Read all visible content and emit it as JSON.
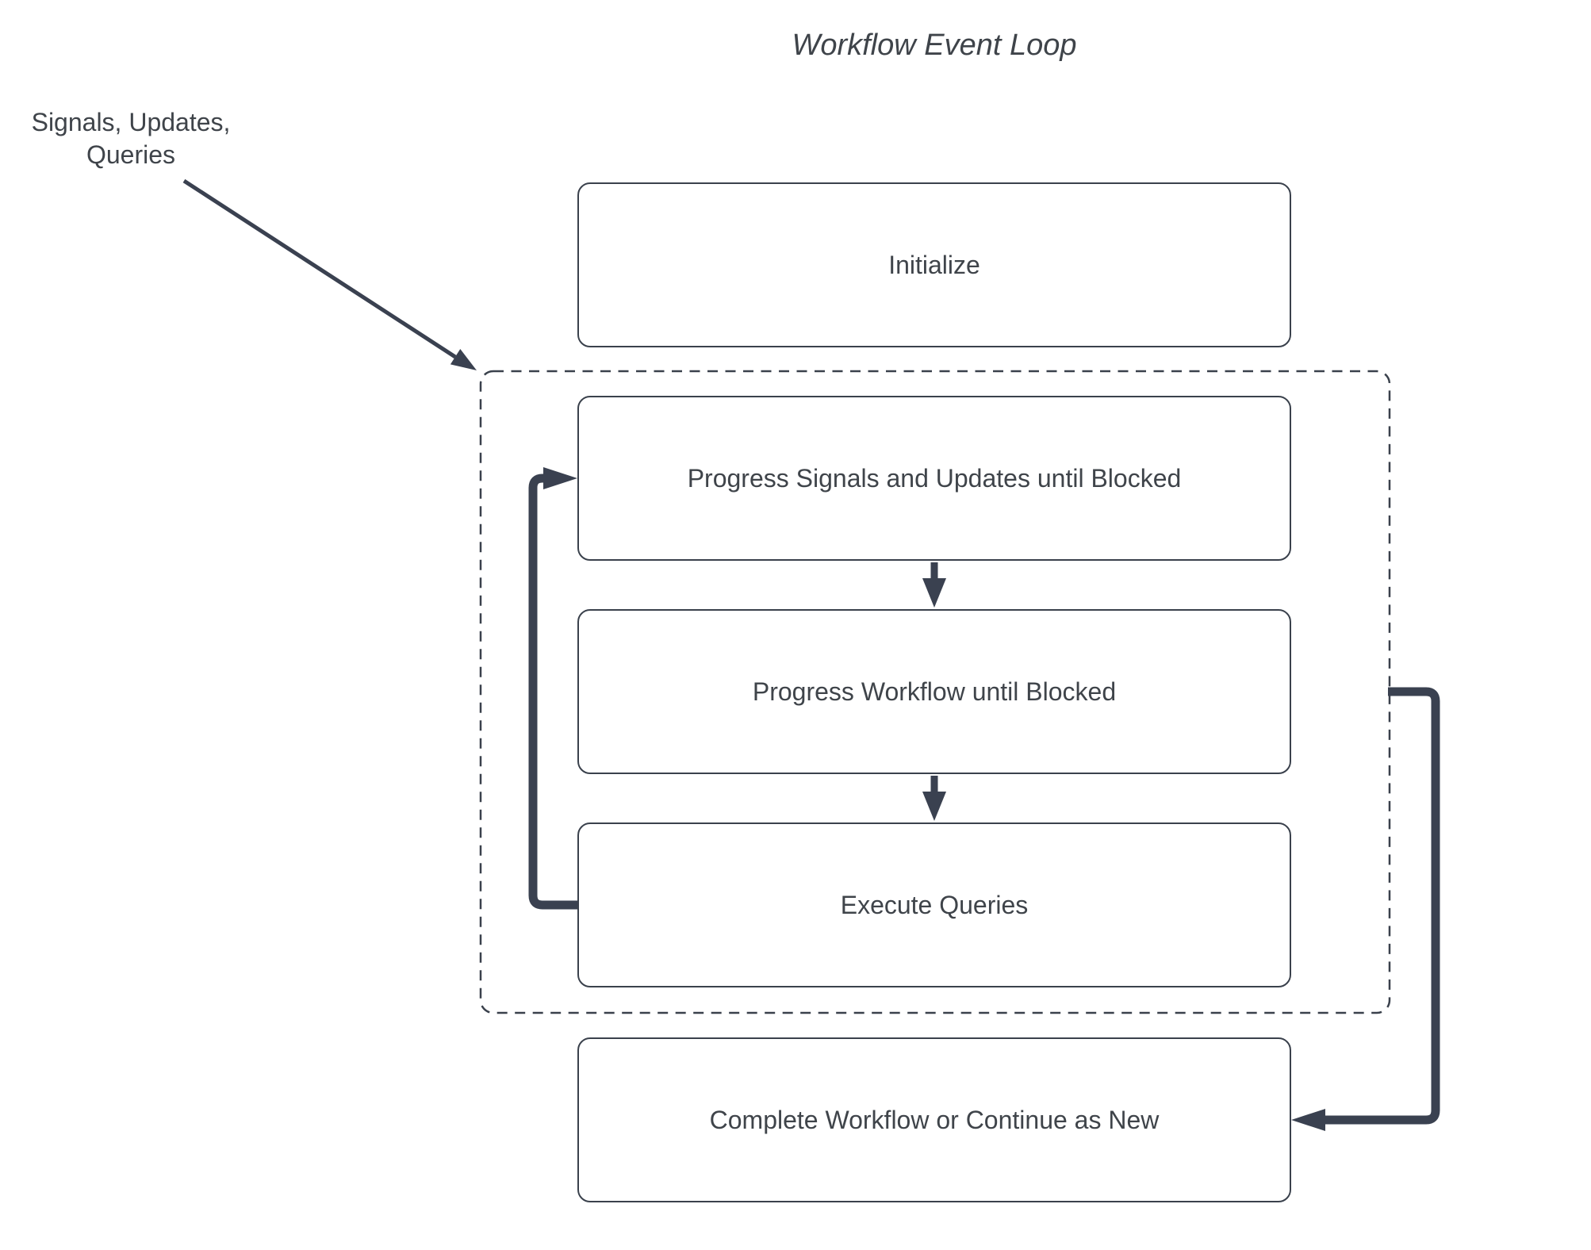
{
  "diagram": {
    "title": "Workflow Event Loop",
    "external_input": {
      "line1": "Signals, Updates,",
      "line2": "Queries"
    },
    "nodes": [
      {
        "id": "initialize",
        "label": "Initialize",
        "in_event_loop": false
      },
      {
        "id": "progress-signals-updates",
        "label": "Progress Signals and Updates until Blocked",
        "in_event_loop": true
      },
      {
        "id": "progress-workflow",
        "label": "Progress Workflow until Blocked",
        "in_event_loop": true
      },
      {
        "id": "execute-queries",
        "label": "Execute Queries",
        "in_event_loop": true
      },
      {
        "id": "complete-or-continue",
        "label": "Complete Workflow or Continue as New",
        "in_event_loop": false
      }
    ],
    "edges": [
      {
        "from": "external-input",
        "to": "event-loop-container",
        "type": "thin-diagonal-arrow"
      },
      {
        "from": "progress-signals-updates",
        "to": "progress-workflow",
        "type": "down-arrow"
      },
      {
        "from": "progress-workflow",
        "to": "execute-queries",
        "type": "down-arrow"
      },
      {
        "from": "execute-queries",
        "to": "progress-signals-updates",
        "type": "thick-loop-back-arrow"
      },
      {
        "from": "event-loop-container",
        "to": "complete-or-continue",
        "type": "thick-exit-arrow"
      }
    ],
    "colors": {
      "background": "#ffffff",
      "box_fill": "#ffffff",
      "box_border": "#3a414c",
      "connector": "#3a4150",
      "text": "#3f444a"
    }
  }
}
